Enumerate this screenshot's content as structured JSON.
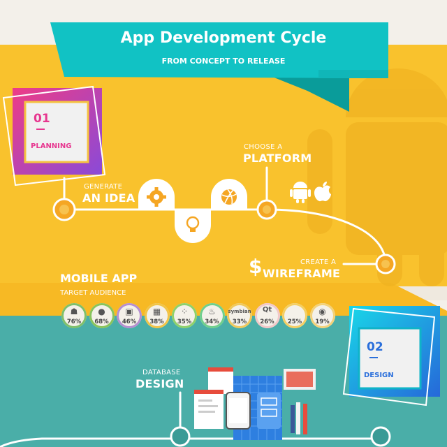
{
  "header": {
    "title": "App Development Cycle",
    "subtitle": "FROM CONCEPT TO RELEASE"
  },
  "colors": {
    "yellow": "#f9c22d",
    "teal": "#4aaea8",
    "ribbon": "#11c2c4",
    "pink": "#e7368f",
    "purple": "#8e44d6",
    "cyan": "#1fd2e5",
    "blue": "#2a6fdb",
    "circle_orange": "#f5a623"
  },
  "stages": {
    "planning": {
      "number": "01",
      "label": "PLANNING"
    },
    "design": {
      "number": "02",
      "label": "DESIGN"
    }
  },
  "steps": {
    "idea": {
      "small": "GENERATE",
      "big": "AN IDEA"
    },
    "platform": {
      "small": "CHOOSE A",
      "big": "PLATFORM"
    },
    "wireframe": {
      "small": "CREATE A",
      "big": "WIREFRAME",
      "symbol": "$"
    },
    "database": {
      "small": "DATABASE",
      "big": "DESIGN"
    }
  },
  "icons": {
    "gear": "gear-icon",
    "dribbble": "dribbble-icon",
    "bulb": "lightbulb-icon",
    "android": "android-icon",
    "apple": "apple-icon"
  },
  "audience": {
    "title": "MOBILE APP",
    "subtitle": "TARGET AUDIENCE",
    "platforms": [
      {
        "name": "android",
        "label": "",
        "glyph": "☗",
        "value": "76%",
        "color": "#7fc06a"
      },
      {
        "name": "apple",
        "label": "",
        "glyph": "●",
        "value": "68%",
        "color": "#89c45c"
      },
      {
        "name": "windows-phone",
        "label": "",
        "glyph": "▣",
        "value": "46%",
        "color": "#b58fd0"
      },
      {
        "name": "windows",
        "label": "",
        "glyph": "▦",
        "value": "38%",
        "color": "#f1c447"
      },
      {
        "name": "blackberry",
        "label": "",
        "glyph": "⁘",
        "value": "35%",
        "color": "#8ed16a"
      },
      {
        "name": "java",
        "label": "",
        "glyph": "♨",
        "value": "34%",
        "color": "#6fcf8c"
      },
      {
        "name": "symbian",
        "label": "symbian",
        "glyph": "",
        "value": "33%",
        "color": "#f0c95c"
      },
      {
        "name": "qt",
        "label": "Qt",
        "glyph": "",
        "value": "26%",
        "color": "#f1c8c8"
      },
      {
        "name": "palm",
        "label": "",
        "glyph": "",
        "value": "25%",
        "color": "#f4cf63"
      },
      {
        "name": "chrome",
        "label": "",
        "glyph": "◉",
        "value": "19%",
        "color": "#f3d27a"
      }
    ]
  }
}
